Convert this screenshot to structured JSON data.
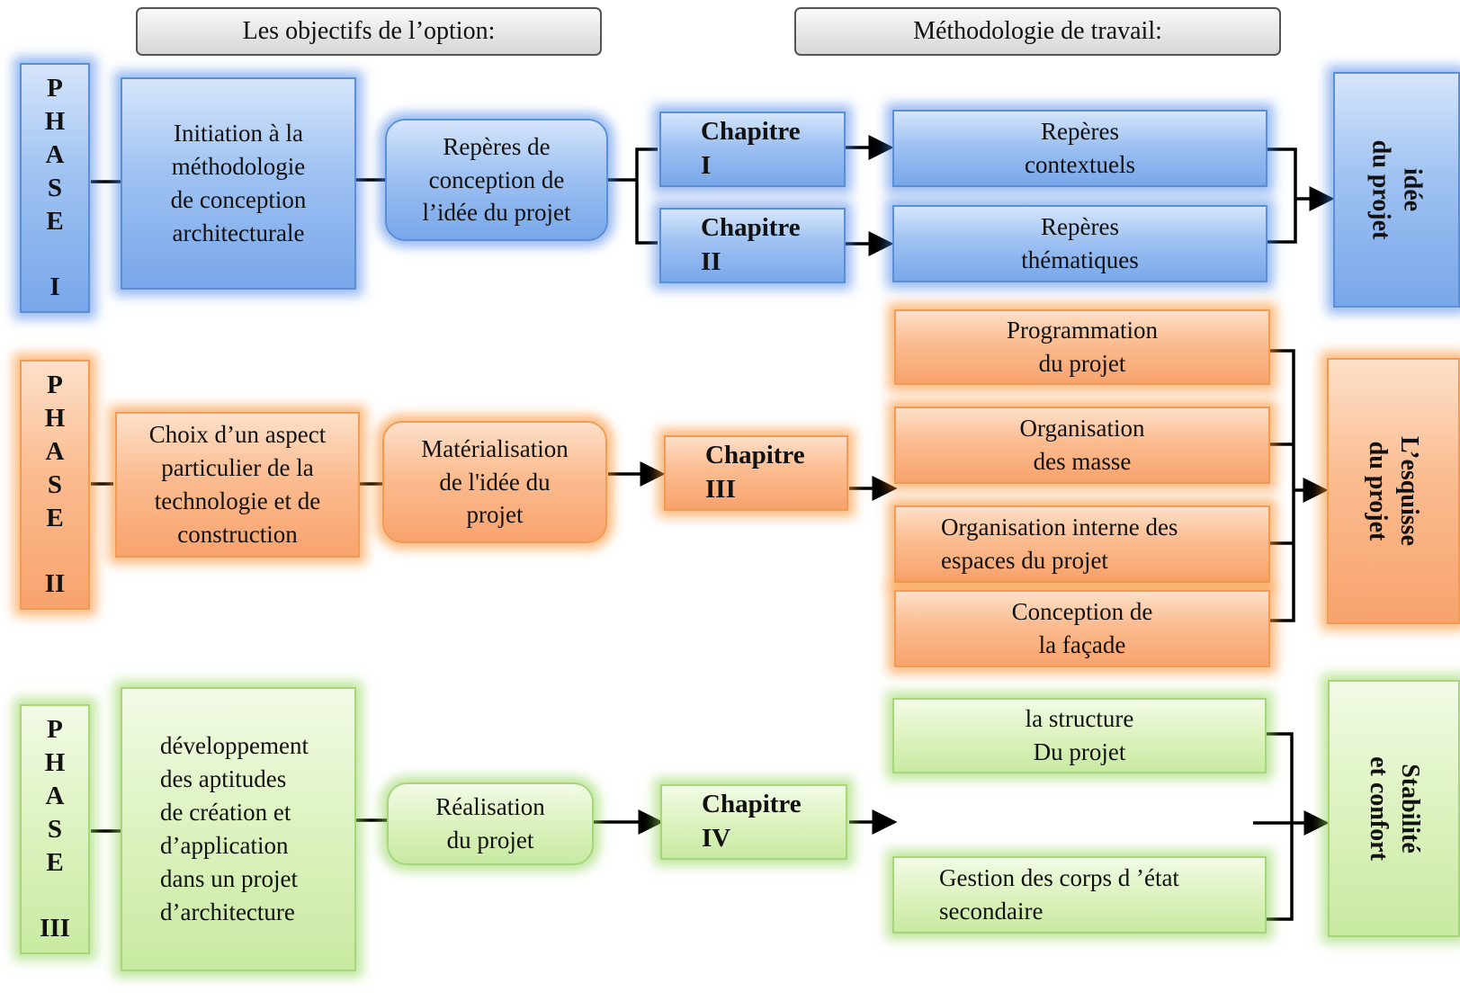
{
  "headers": {
    "objectives": "Les objectifs de l’option:",
    "methodology": "Méthodologie de travail:"
  },
  "phases": [
    {
      "letters": [
        "P",
        "H",
        "A",
        "S",
        "E"
      ],
      "numeral": "I",
      "objective": "Initiation à la\nméthodologie\nde conception\narchitecturale",
      "theme": "Repères de\nconception de\nl’idée du projet",
      "chapters": [
        "Chapitre\nI",
        "Chapitre\nII"
      ],
      "steps": [
        "Repères\n contextuels",
        "Repères\nthématiques"
      ],
      "outcome": "idée\ndu projet"
    },
    {
      "letters": [
        "P",
        "H",
        "A",
        "S",
        "E"
      ],
      "numeral": "II",
      "objective": "Choix d’un aspect\nparticulier de la\ntechnologie et de\nconstruction",
      "theme": "Matérialisation\nde l'idée du\nprojet",
      "chapters": [
        "Chapitre\nIII"
      ],
      "steps": [
        "Programmation\ndu projet",
        "Organisation\ndes masse",
        "Organisation interne des\nespaces du projet",
        "Conception de\nla façade"
      ],
      "outcome": "L’esquisse\ndu projet"
    },
    {
      "letters": [
        "P",
        "H",
        "A",
        "S",
        "E"
      ],
      "numeral": "III",
      "objective": "développement\ndes aptitudes\nde création et\nd’application\ndans un projet\nd’architecture",
      "theme": "Réalisation\ndu projet",
      "chapters": [
        "Chapitre\nIV"
      ],
      "steps": [
        "la structure\nDu projet",
        "Gestion des corps d ’état\nsecondaire"
      ],
      "outcome": "Stabilité\net confort"
    }
  ],
  "colors": {
    "phase1": "#78a7ea",
    "phase2": "#f8a36d",
    "phase3": "#c8eaa1",
    "line": "#000000"
  }
}
